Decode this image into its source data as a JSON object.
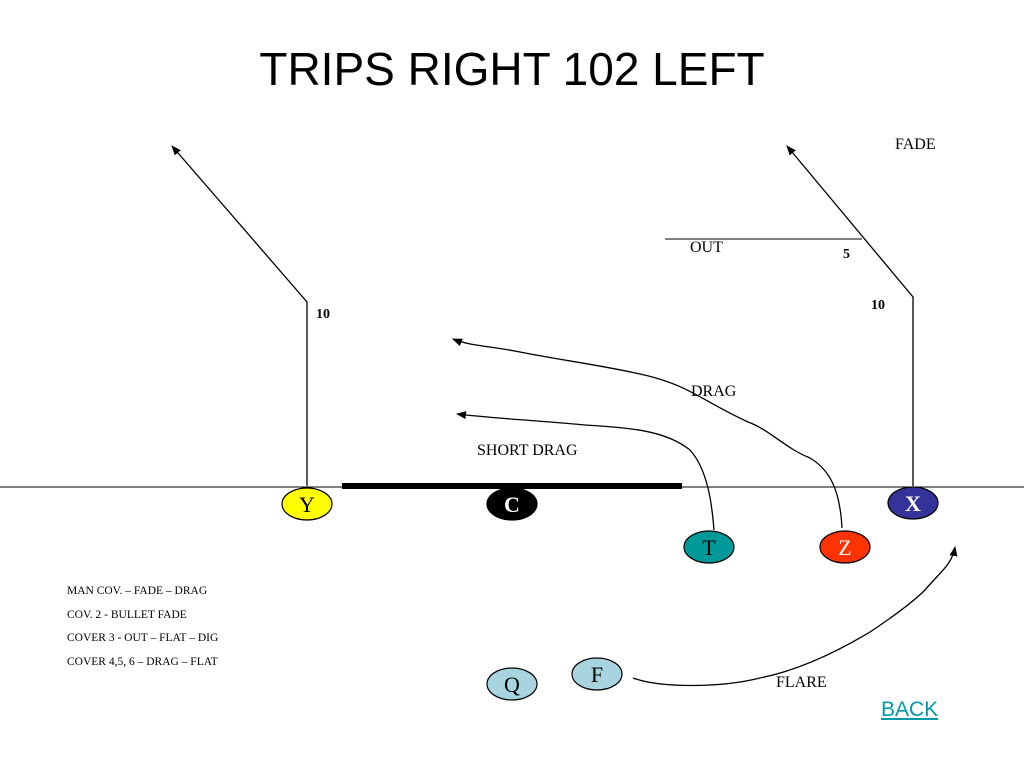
{
  "title": "TRIPS RIGHT 102 LEFT",
  "players": [
    {
      "label": "Y",
      "color": "#ffff00"
    },
    {
      "label": "C",
      "color": "#000000"
    },
    {
      "label": "X",
      "color": "#333399"
    },
    {
      "label": "T",
      "color": "#009999"
    },
    {
      "label": "Z",
      "color": "#ff3300"
    },
    {
      "label": "Q",
      "color": "#a8d4e0"
    },
    {
      "label": "F",
      "color": "#a8d4e0"
    }
  ],
  "route_labels": {
    "fade": "FADE",
    "out": "OUT",
    "drag": "DRAG",
    "short_drag": "SHORT DRAG",
    "flare": "FLARE"
  },
  "yardage": {
    "y_stem": "10",
    "x_stem": "10",
    "out_break": "5"
  },
  "notes": [
    "MAN COV. – FADE – DRAG",
    "COV. 2  -    BULLET FADE",
    "COVER 3 - OUT – FLAT – DIG",
    "COVER 4,5, 6 – DRAG – FLAT"
  ],
  "back_link": "BACK"
}
